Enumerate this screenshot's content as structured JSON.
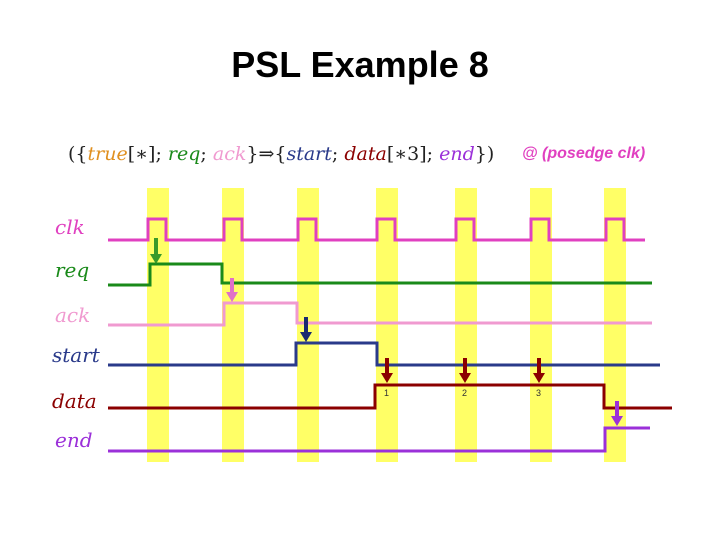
{
  "title": "PSL Example 8",
  "formula": {
    "open_outer": "(",
    "open_lhs": "{",
    "true_kw": "true",
    "rep_star_1": "[∗]",
    "semi1": ";",
    "req": "req",
    "semi2": ";",
    "ack": "ack",
    "close_lhs": "}",
    "implies": "⇒",
    "open_rhs": "{",
    "start": "start",
    "semi3": ";",
    "data": "data",
    "rep_star_3": "[∗3]",
    "semi4": ";",
    "end": "end",
    "close_rhs": "}",
    "close_outer": ")",
    "clock": "@ (posedge clk)"
  },
  "signals": [
    {
      "name": "clk",
      "color": "#e040c0"
    },
    {
      "name": "req",
      "color": "#1a8a1a"
    },
    {
      "name": "ack",
      "color": "#f09ad0"
    },
    {
      "name": "start",
      "color": "#2a3a8a"
    },
    {
      "name": "data",
      "color": "#8b0000"
    },
    {
      "name": "end",
      "color": "#9b30d9"
    }
  ],
  "data_counts": [
    "1",
    "2",
    "3"
  ],
  "colors": {
    "highlight": "#ffff66",
    "marker_req": "#3a9a2a",
    "marker_ack": "#e070c8",
    "marker_start": "#1a2a70",
    "marker_data": "#8b0000",
    "marker_end": "#9b30d9"
  }
}
